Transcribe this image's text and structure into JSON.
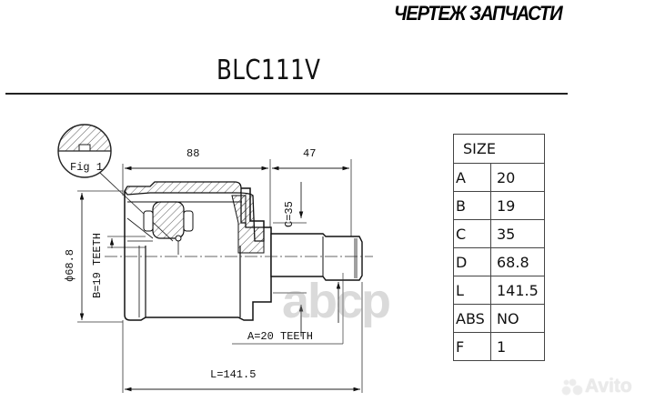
{
  "header": {
    "title": "ЧЕРТЕЖ ЗАПЧАСТИ",
    "part_number": "BLC111V"
  },
  "drawing": {
    "figure_label": "Fig 1",
    "dimensions": {
      "width_body": "88",
      "width_stem": "47",
      "c_label": "C=35",
      "diameter_label": "ϕ68.8",
      "b_label": "B=19 TEETH",
      "a_label": "A=20 TEETH",
      "length_label": "L=141.5"
    }
  },
  "spec_table": {
    "header": "SIZE",
    "rows": [
      {
        "key": "A",
        "value": "20"
      },
      {
        "key": "B",
        "value": "19"
      },
      {
        "key": "C",
        "value": "35"
      },
      {
        "key": "D",
        "value": "68.8"
      },
      {
        "key": "L",
        "value": "141.5"
      },
      {
        "key": "ABS",
        "value": "NO"
      },
      {
        "key": "F",
        "value": "1"
      }
    ]
  },
  "watermarks": {
    "abcp": "abcp",
    "avito": "Avito"
  }
}
